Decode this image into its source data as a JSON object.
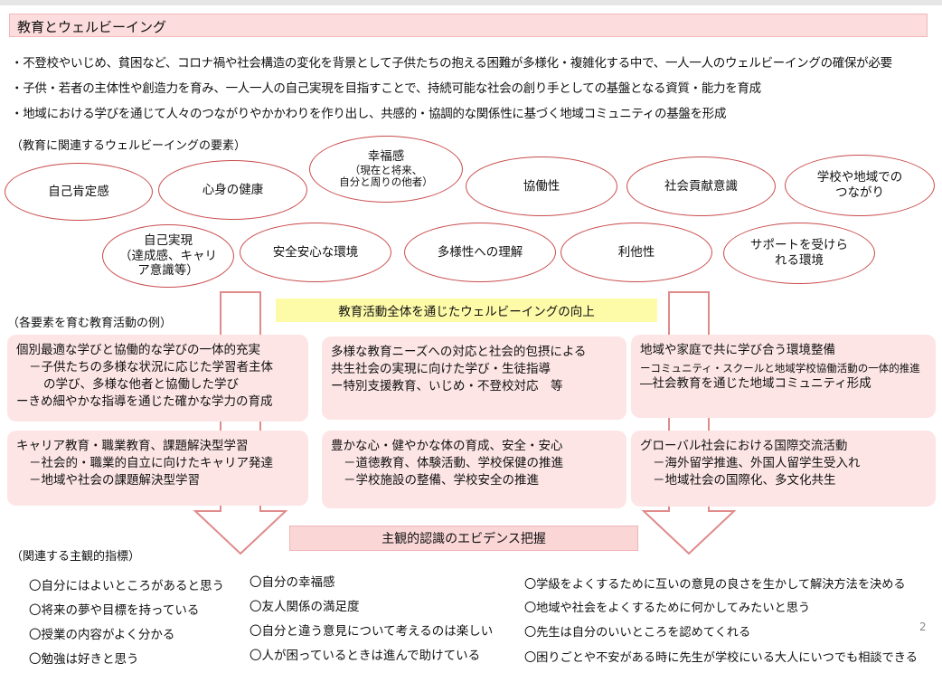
{
  "title": "教育とウェルビーイング",
  "bullets": [
    "・不登校やいじめ、貧困など、コロナ禍や社会構造の変化を背景として子供たちの抱える困難が多様化・複雑化する中で、一人一人のウェルビーイングの確保が必要",
    "・子供・若者の主体性や創造力を育み、一人一人の自己実現を目指すことで、持続可能な社会の創り手としての基盤となる資質・能力を育成",
    "・地域における学びを通じて人々のつながりやかかわりを作り出し、共感的・協調的な関係性に基づく地域コミュニティの基盤を形成"
  ],
  "elements_label": "（教育に関連するウェルビーイングの要素）",
  "elements": {
    "e1": "自己肯定感",
    "e2": "心身の健康",
    "e3_main": "幸福感",
    "e3_sub1": "（現在と将来、",
    "e3_sub2": "自分と周りの他者）",
    "e4": "協働性",
    "e5": "社会貢献意識",
    "e6_l1": "学校や地域での",
    "e6_l2": "つながり",
    "e7_l1": "自己実現",
    "e7_l2": "（達成感、キャリ",
    "e7_l3": "ア意識等）",
    "e8": "安全安心な環境",
    "e9": "多様性への理解",
    "e10": "利他性",
    "e11_l1": "サポートを受けら",
    "e11_l2": "れる環境"
  },
  "yellow_banner": "教育活動全体を通じたウェルビーイングの向上",
  "activities_label": "（各要素を育む教育活動の例）",
  "boxes": {
    "b1": [
      "個別最適な学びと協働的な学びの一体的充実",
      "－子供たちの多様な状況に応じた学習者主体",
      "の学び、多様な他者と協働した学び",
      "ーきめ細やかな指導を通じた確かな学力の育成"
    ],
    "b2": [
      "多様な教育ニーズへの対応と社会的包摂による",
      "共生社会の実現に向けた学び・生徒指導",
      "ー特別支援教育、いじめ・不登校対応　等"
    ],
    "b3": [
      "地域や家庭で共に学び合う環境整備",
      "ーコミュニティ・スクールと地域学校協働活動の一体的推進",
      "―社会教育を通じた地域コミュニティ形成"
    ],
    "b4": [
      "キャリア教育・職業教育、課題解決型学習",
      "－社会的・職業的自立に向けたキャリア発達",
      "－地域や社会の課題解決型学習"
    ],
    "b5": [
      "豊かな心・健やかな体の育成、安全・安心",
      "－道徳教育、体験活動、学校保健の推進",
      "－学校施設の整備、学校安全の推進"
    ],
    "b6": [
      "グローバル社会における国際交流活動",
      "－海外留学推進、外国人留学生受入れ",
      "－地域社会の国際化、多文化共生"
    ]
  },
  "pink_banner": "主観的認識のエビデンス把握",
  "indicators_label": "（関連する主観的指標）",
  "indicators": {
    "c1": [
      "〇自分にはよいところがあると思う",
      "〇将来の夢や目標を持っている",
      "〇授業の内容がよく分かる",
      "〇勉強は好きと思う"
    ],
    "c2": [
      "〇自分の幸福感",
      "〇友人関係の満足度",
      "〇自分と違う意見について考えるのは楽しい",
      "〇人が困っているときは進んで助けている"
    ],
    "c3": [
      "〇学級をよくするために互いの意見の良さを生かして解決方法を決める",
      "〇地域や社会をよくするために何かしてみたいと思う",
      "〇先生は自分のいいところを認めてくれる",
      "〇困りごとや不安がある時に先生が学校にいる大人にいつでも相談できる"
    ]
  },
  "page_number": "2",
  "colors": {
    "ellipse_border": "#c94b4b",
    "box_fill": "#fde5e5",
    "yellow": "#fdfaa8",
    "arrow": "#e08a8a"
  }
}
